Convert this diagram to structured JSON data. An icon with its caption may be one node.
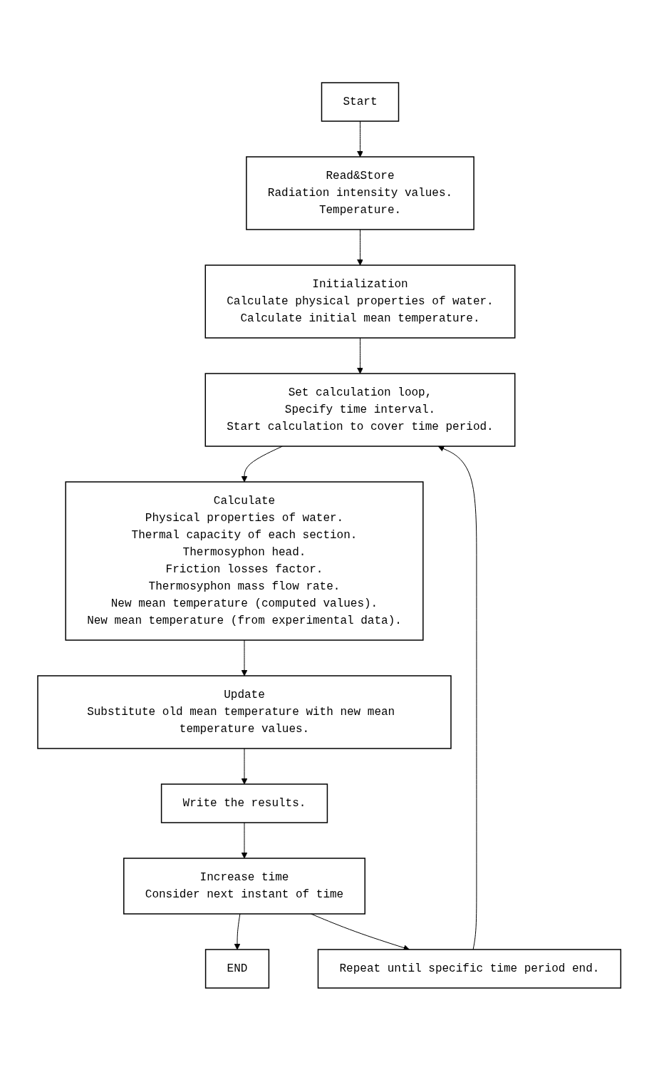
{
  "diagram": {
    "nodes": [
      {
        "text": [
          "Start"
        ]
      },
      {
        "text": [
          "Read&Store",
          "Radiation intensity values.",
          "Temperature."
        ]
      },
      {
        "text": [
          "Initialization",
          "Calculate physical properties of water.",
          "Calculate initial mean temperature."
        ]
      },
      {
        "text": [
          "Set calculation loop,",
          "Specify time interval.",
          "Start calculation to cover time period."
        ]
      },
      {
        "text": [
          "Calculate",
          "Physical properties of water.",
          "Thermal capacity of each section.",
          "Thermosyphon head.",
          "Friction losses factor.",
          "Thermosyphon mass flow rate.",
          "New mean temperature (computed values).",
          "New mean temperature (from experimental data)."
        ]
      },
      {
        "text": [
          "Update",
          "Substitute old mean temperature with new mean temperature values."
        ]
      },
      {
        "text": [
          "Write the results."
        ]
      },
      {
        "text": [
          "Increase time",
          "Consider next instant of time"
        ]
      },
      {
        "text": [
          "END"
        ]
      },
      {
        "text": [
          "Repeat until specific time period end."
        ]
      }
    ],
    "edges": [
      {
        "from": 0,
        "to": 1,
        "arrow": "to"
      },
      {
        "from": 1,
        "to": 2,
        "arrow": "to"
      },
      {
        "from": 2,
        "to": 3,
        "arrow": "to"
      },
      {
        "from": 3,
        "to": 4,
        "arrow": "to"
      },
      {
        "from": 4,
        "to": 5,
        "arrow": "to"
      },
      {
        "from": 5,
        "to": 6,
        "arrow": "to"
      },
      {
        "from": 6,
        "to": 7,
        "arrow": "to"
      },
      {
        "from": 7,
        "to": 8,
        "arrow": "to"
      },
      {
        "from": 7,
        "to": 9,
        "arrow": "to"
      },
      {
        "from": 9,
        "to": 3,
        "arrow": "to"
      }
    ]
  }
}
